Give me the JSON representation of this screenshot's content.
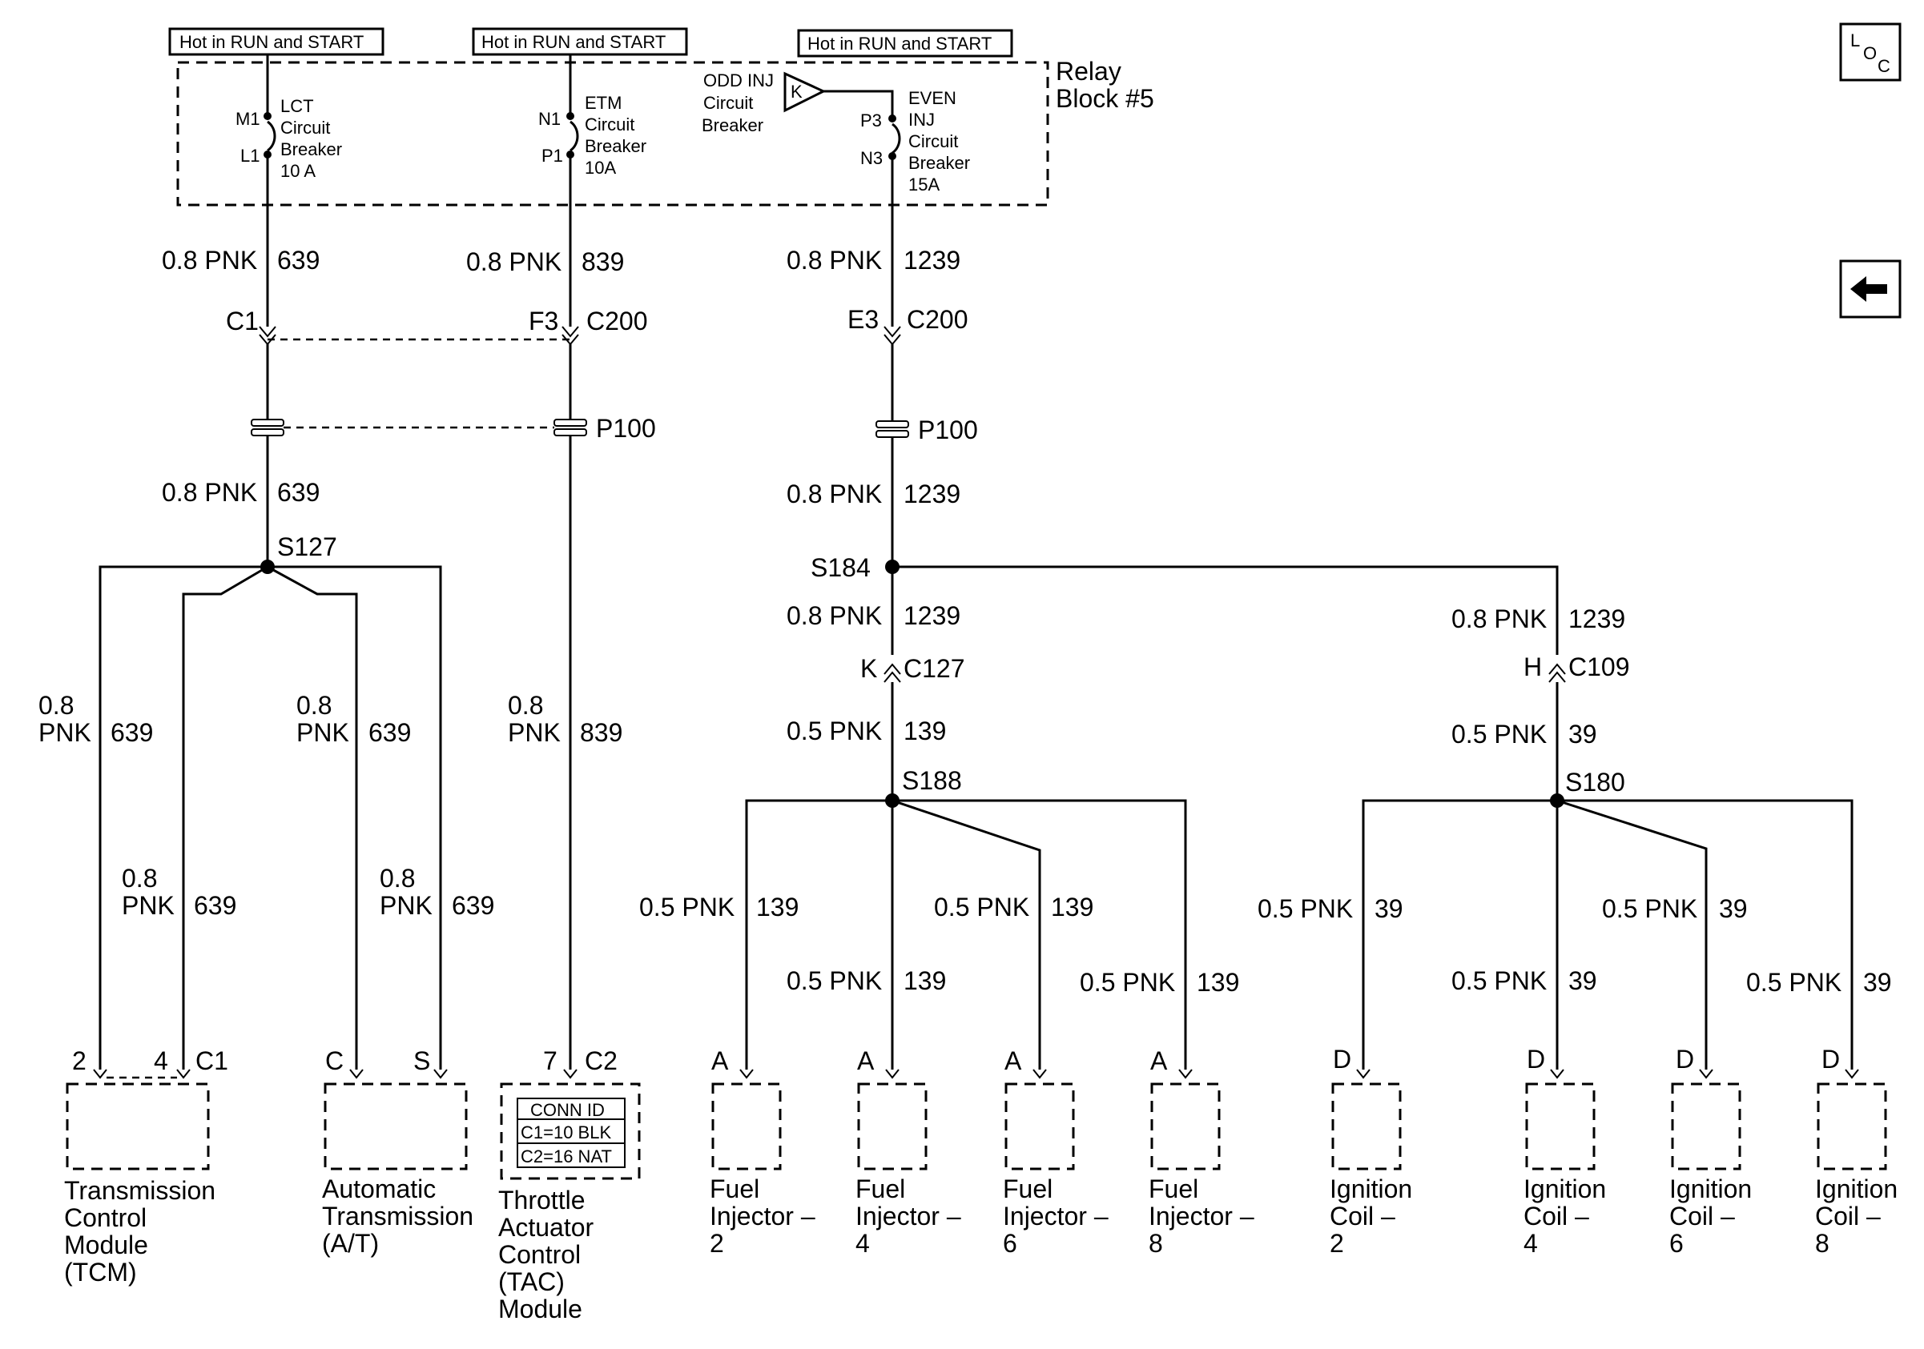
{
  "nav": {
    "loc_icon": "location-icon",
    "back_icon": "back-arrow-icon"
  },
  "power": {
    "hot_label": "Hot in RUN and START",
    "relay_block": [
      "Relay",
      "Block #5"
    ],
    "lct": {
      "pin_in": "M1",
      "pin_out": "L1",
      "name": [
        "LCT",
        "Circuit",
        "Breaker",
        "10 A"
      ]
    },
    "etm": {
      "pin_in": "N1",
      "pin_out": "P1",
      "name": [
        "ETM",
        "Circuit",
        "Breaker",
        "10A"
      ]
    },
    "odd": {
      "name": [
        "ODD INJ",
        "Circuit",
        "Breaker"
      ],
      "ref": "K"
    },
    "even": {
      "pin_in": "P3",
      "pin_out": "N3",
      "name": [
        "EVEN",
        "INJ",
        "Circuit",
        "Breaker",
        "15A"
      ]
    }
  },
  "wires": {
    "pnk08": "0.8 PNK",
    "pnk05": "0.5 PNK",
    "pnk08_split": [
      "0.8",
      "PNK"
    ],
    "c639": "639",
    "c839": "839",
    "c1239": "1239",
    "c139": "139",
    "c39": "39"
  },
  "connectors": {
    "c1": "C1",
    "f3": "F3",
    "e3": "E3",
    "c200": "C200",
    "p100": "P100",
    "k": "K",
    "c127": "C127",
    "h": "H",
    "c109": "C109"
  },
  "splices": {
    "s127": "S127",
    "s184": "S184",
    "s188": "S188",
    "s180": "S180"
  },
  "components": {
    "tcm": {
      "pins": [
        "2",
        "4",
        "C1"
      ],
      "name": [
        "Transmission",
        "Control",
        "Module",
        "(TCM)"
      ]
    },
    "at": {
      "pins": [
        "C",
        "S"
      ],
      "name": [
        "Automatic",
        "Transmission",
        "(A/T)"
      ]
    },
    "tac": {
      "pins": [
        "7",
        "C2"
      ],
      "name": [
        "Throttle",
        "Actuator",
        "Control",
        "(TAC)",
        "Module"
      ],
      "conn_id": [
        "CONN ID",
        "C1=10 BLK",
        "C2=16 NAT"
      ]
    },
    "injectors": [
      {
        "pin": "A",
        "name": [
          "Fuel",
          "Injector –",
          "2"
        ]
      },
      {
        "pin": "A",
        "name": [
          "Fuel",
          "Injector –",
          "4"
        ]
      },
      {
        "pin": "A",
        "name": [
          "Fuel",
          "Injector –",
          "6"
        ]
      },
      {
        "pin": "A",
        "name": [
          "Fuel",
          "Injector –",
          "8"
        ]
      }
    ],
    "coils": [
      {
        "pin": "D",
        "name": [
          "Ignition",
          "Coil –",
          "2"
        ]
      },
      {
        "pin": "D",
        "name": [
          "Ignition",
          "Coil –",
          "4"
        ]
      },
      {
        "pin": "D",
        "name": [
          "Ignition",
          "Coil –",
          "6"
        ]
      },
      {
        "pin": "D",
        "name": [
          "Ignition",
          "Coil –",
          "8"
        ]
      }
    ]
  }
}
